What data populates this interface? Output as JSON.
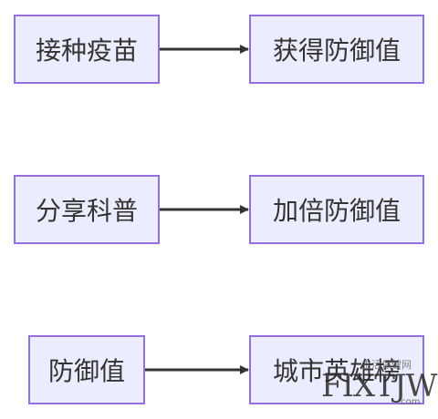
{
  "diagram": {
    "rows": [
      {
        "from": "接种疫苗",
        "to": "获得防御值"
      },
      {
        "from": "分享科普",
        "to": "加倍防御值"
      },
      {
        "from": "防御值",
        "to": "城市英雄榜"
      }
    ]
  },
  "colors": {
    "node_fill": "#ececff",
    "node_border": "#9370db",
    "edge": "#333333"
  },
  "watermark": {
    "logo_text": "FIXTJW",
    "top_text": "生活保健网",
    "suffix": ".com"
  }
}
